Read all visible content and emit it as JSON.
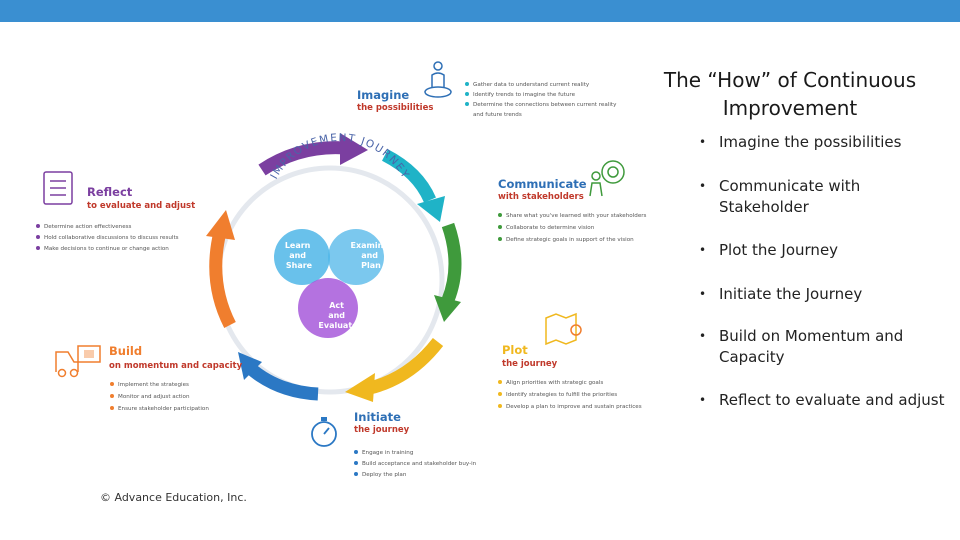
{
  "slide": {
    "title": "The “How” of Continuous Improvement",
    "bullets": [
      "Imagine the possibilities",
      "Communicate with Stakeholder",
      "Plot the Journey",
      "Initiate the Journey",
      "Build on Momentum and Capacity",
      "Reflect to evaluate and adjust"
    ],
    "copyright": "© Advance Education, Inc."
  },
  "diagram": {
    "journey_text": "IMPROVEMENT JOURNEY",
    "venn": {
      "learn": [
        "Learn",
        "and",
        "Share"
      ],
      "examine": [
        "Examine",
        "and",
        "Plan"
      ],
      "act": [
        "Act",
        "and",
        "Evaluate"
      ]
    },
    "stages": {
      "imagine": {
        "title": "Imagine",
        "subtitle": "the possibilities",
        "bullets": [
          "Gather data to understand current reality",
          "Identify trends to imagine the future",
          "Determine the connections between current reality",
          "and future trends"
        ]
      },
      "communicate": {
        "title": "Communicate",
        "subtitle": "with stakeholders",
        "bullets": [
          "Share what you've learned with your stakeholders",
          "Collaborate to determine vision",
          "Define strategic goals in support of the vision"
        ]
      },
      "plot": {
        "title": "Plot",
        "subtitle": "the journey",
        "bullets": [
          "Align priorities with strategic goals",
          "Identify strategies to fulfill the priorities",
          "Develop a plan to improve and sustain practices"
        ]
      },
      "initiate": {
        "title": "Initiate",
        "subtitle": "the journey",
        "bullets": [
          "Engage in training",
          "Build acceptance and stakeholder buy-in",
          "Deploy the plan"
        ]
      },
      "build": {
        "title": "Build",
        "subtitle": "on momentum and capacity",
        "bullets": [
          "Implement the strategies",
          "Monitor and adjust action",
          "Ensure stakeholder participation"
        ]
      },
      "reflect": {
        "title": "Reflect",
        "subtitle": "to evaluate and adjust",
        "bullets": [
          "Determine action effectiveness",
          "Hold collaborative discussions to discuss results",
          "Make decisions to continue or change action"
        ]
      }
    },
    "colors": {
      "purple": "#7b3fa0",
      "teal": "#1fb3c7",
      "green": "#3f9a3c",
      "yellow": "#f0b81f",
      "blue": "#2b78c4",
      "orange": "#f07e2e",
      "stage_title": "#2e6fb5",
      "stage_sub": "#c0392b"
    }
  }
}
